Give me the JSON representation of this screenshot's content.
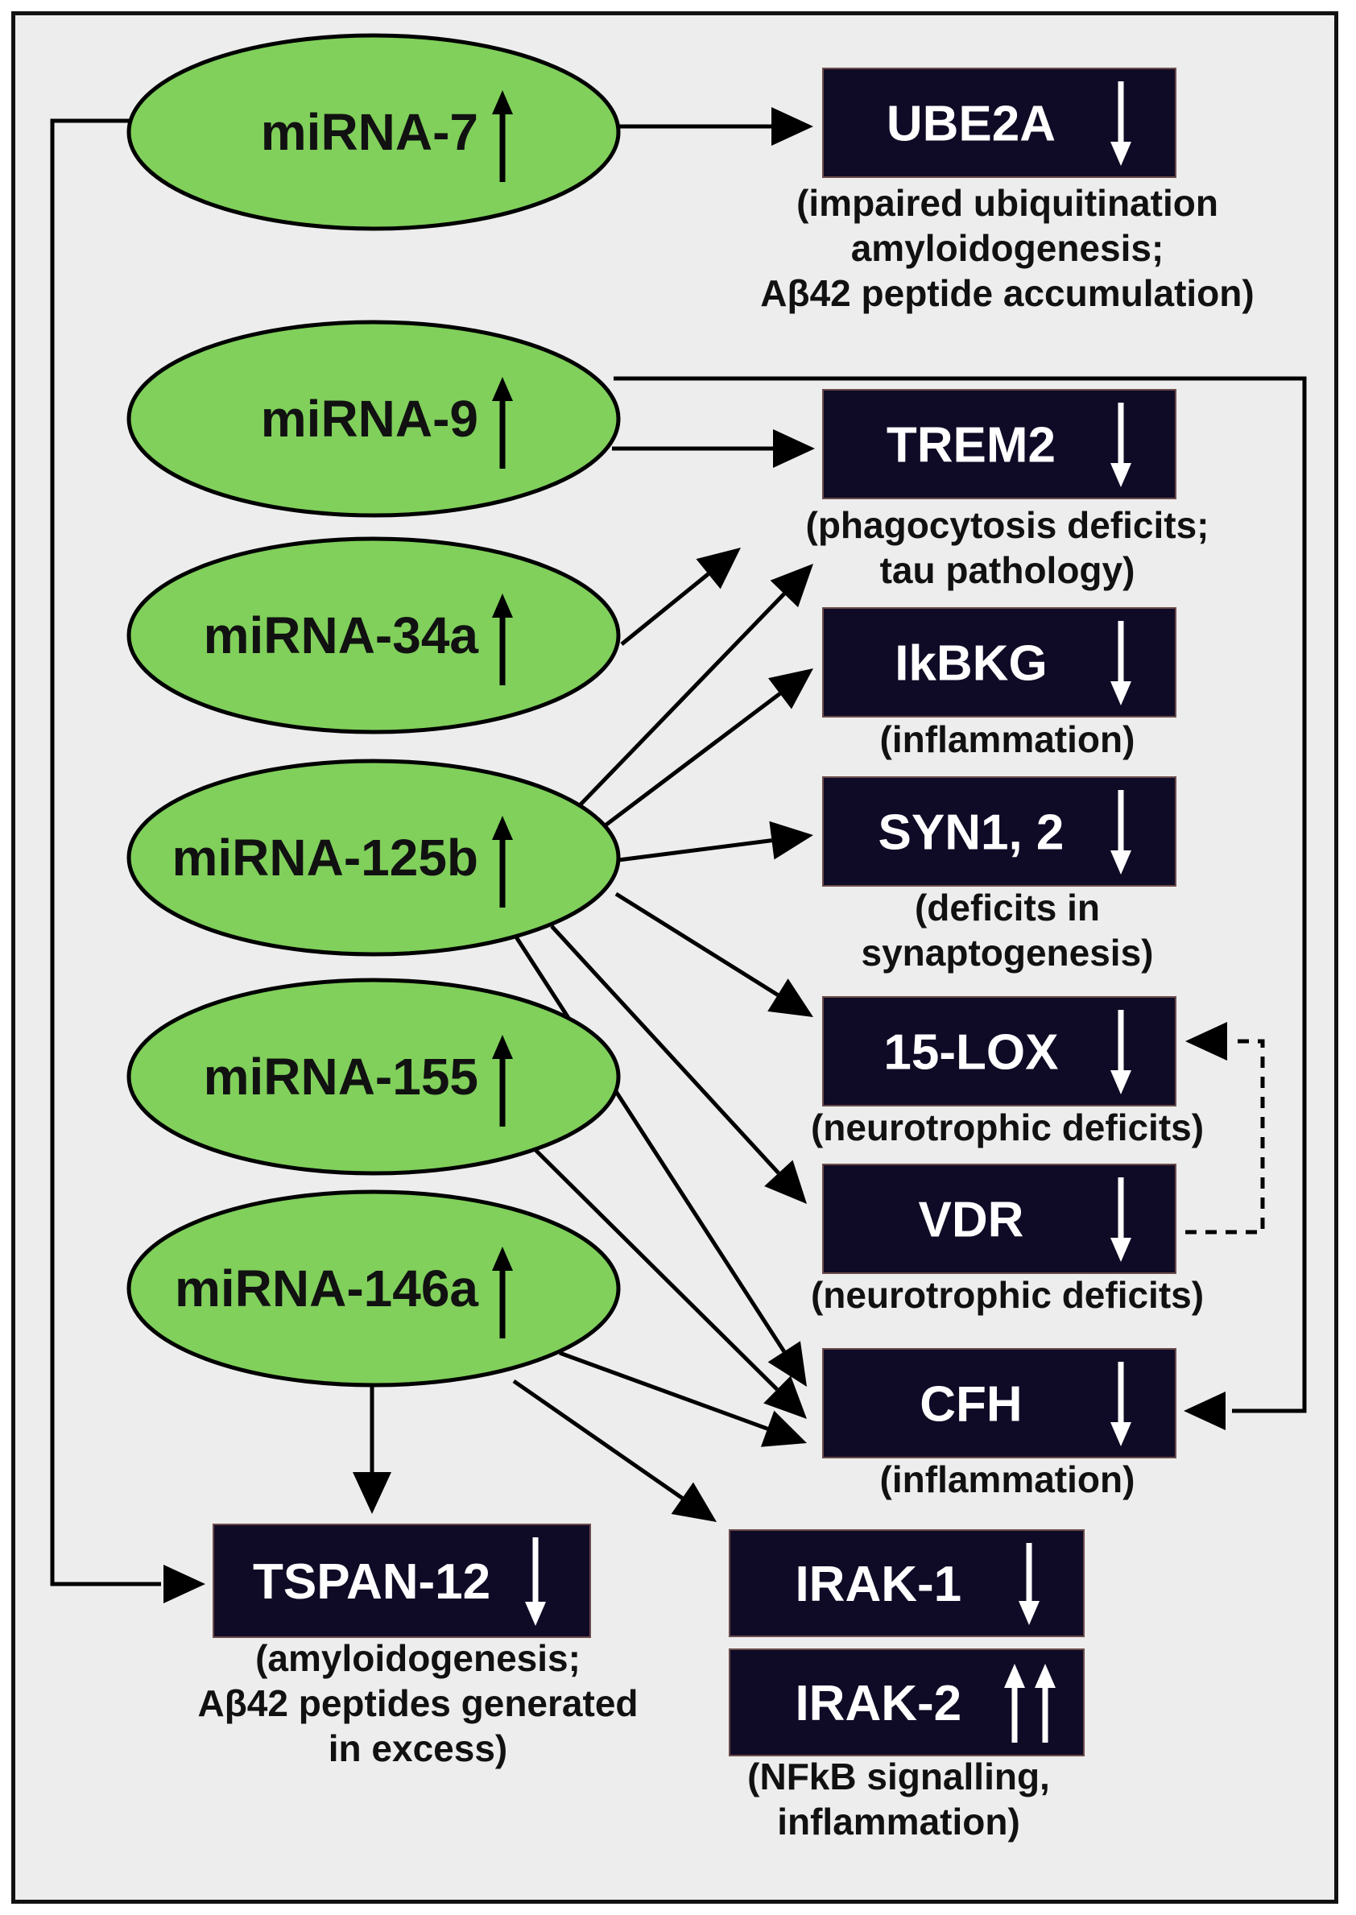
{
  "colors": {
    "ellipse_fill": "#80d05b",
    "box_fill": "#0f0b26",
    "background": "#ededed",
    "line": "#000000",
    "box_text": "#ffffff"
  },
  "mirnas": [
    {
      "id": "mirna-7",
      "label": "miRNA-7",
      "trend": "up-arrow"
    },
    {
      "id": "mirna-9",
      "label": "miRNA-9",
      "trend": "up-arrow"
    },
    {
      "id": "mirna-34a",
      "label": "miRNA-34a",
      "trend": "up-arrow"
    },
    {
      "id": "mirna-125b",
      "label": "miRNA-125b",
      "trend": "up-arrow"
    },
    {
      "id": "mirna-155",
      "label": "miRNA-155",
      "trend": "up-arrow"
    },
    {
      "id": "mirna-146a",
      "label": "miRNA-146a",
      "trend": "up-arrow"
    }
  ],
  "targets": [
    {
      "id": "ube2a",
      "label": "UBE2A",
      "trend": "down-arrow",
      "caption": [
        "(impaired ubiquitination",
        "amyloidogenesis;",
        "Aβ42 peptide accumulation)"
      ]
    },
    {
      "id": "trem2",
      "label": "TREM2",
      "trend": "down-arrow",
      "caption": [
        "(phagocytosis deficits;",
        "tau pathology)"
      ]
    },
    {
      "id": "ikbkg",
      "label": "IkBKG",
      "trend": "down-arrow",
      "caption": [
        "(inflammation)"
      ]
    },
    {
      "id": "syn12",
      "label": "SYN1, 2",
      "trend": "down-arrow",
      "caption": [
        "(deficits in",
        "synaptogenesis)"
      ]
    },
    {
      "id": "15lox",
      "label": "15-LOX",
      "trend": "down-arrow",
      "caption": [
        "(neurotrophic deficits)"
      ]
    },
    {
      "id": "vdr",
      "label": "VDR",
      "trend": "down-arrow",
      "caption": [
        "(neurotrophic deficits)"
      ]
    },
    {
      "id": "cfh",
      "label": "CFH",
      "trend": "down-arrow",
      "caption": [
        "(inflammation)"
      ]
    },
    {
      "id": "tspan12",
      "label": "TSPAN-12",
      "trend": "down-arrow",
      "caption": [
        "(amyloidogenesis;",
        "Aβ42 peptides generated",
        "in excess)"
      ]
    },
    {
      "id": "irak1",
      "label": "IRAK-1",
      "trend": "down-arrow",
      "caption": []
    },
    {
      "id": "irak2",
      "label": "IRAK-2",
      "trend": "double-up-arrow",
      "caption": [
        "(NFkB signalling,",
        "inflammation)"
      ]
    }
  ],
  "edges": [
    {
      "from": "mirna-7",
      "to": "ube2a"
    },
    {
      "from": "mirna-7",
      "to": "tspan12"
    },
    {
      "from": "mirna-9",
      "to": "trem2"
    },
    {
      "from": "mirna-9",
      "to": "cfh"
    },
    {
      "from": "mirna-34a",
      "to": "trem2"
    },
    {
      "from": "mirna-125b",
      "to": "trem2"
    },
    {
      "from": "mirna-125b",
      "to": "ikbkg"
    },
    {
      "from": "mirna-125b",
      "to": "syn12"
    },
    {
      "from": "mirna-125b",
      "to": "15lox"
    },
    {
      "from": "mirna-125b",
      "to": "vdr"
    },
    {
      "from": "mirna-125b",
      "to": "cfh"
    },
    {
      "from": "mirna-155",
      "to": "cfh"
    },
    {
      "from": "mirna-146a",
      "to": "cfh"
    },
    {
      "from": "mirna-146a",
      "to": "tspan12"
    },
    {
      "from": "mirna-146a",
      "to": "irak1"
    },
    {
      "from": "vdr",
      "to": "15lox",
      "style": "dashed"
    }
  ]
}
